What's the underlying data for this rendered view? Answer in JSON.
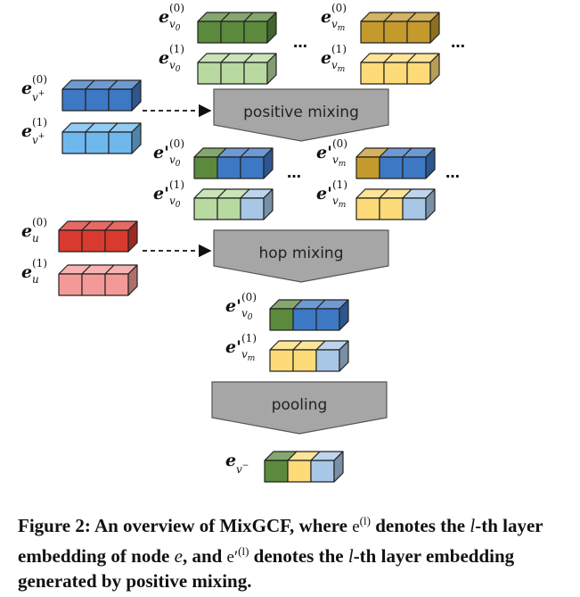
{
  "embeddings": {
    "ev0_0": {
      "base": "e",
      "sup": "(0)",
      "sub": "v0",
      "colors": [
        "#5b8a3c",
        "#5b8a3c",
        "#5b8a3c"
      ]
    },
    "ev0_1": {
      "base": "e",
      "sup": "(1)",
      "sub": "v0",
      "colors": [
        "#b8d9a0",
        "#b8d9a0",
        "#b8d9a0"
      ]
    },
    "evm_0": {
      "base": "e",
      "sup": "(0)",
      "sub": "vm",
      "colors": [
        "#c49a2c",
        "#c49a2c",
        "#c49a2c"
      ]
    },
    "evm_1": {
      "base": "e",
      "sup": "(1)",
      "sub": "vm",
      "colors": [
        "#fcdb78",
        "#fcdb78",
        "#fcdb78"
      ]
    },
    "evp_0": {
      "base": "e",
      "sup": "(0)",
      "sub": "v+",
      "colors": [
        "#3d78c4",
        "#3d78c4",
        "#3d78c4"
      ]
    },
    "evp_1": {
      "base": "e",
      "sup": "(1)",
      "sub": "v+",
      "colors": [
        "#6eb8ee",
        "#6eb8ee",
        "#6eb8ee"
      ]
    },
    "epv0_0": {
      "base": "e'",
      "sup": "(0)",
      "sub": "v0",
      "colors": [
        "#5b8a3c",
        "#3d78c4",
        "#3d78c4"
      ]
    },
    "epv0_1": {
      "base": "e'",
      "sup": "(1)",
      "sub": "v0",
      "colors": [
        "#b8d9a0",
        "#b8d9a0",
        "#a8c6e6"
      ]
    },
    "epvm_0": {
      "base": "e'",
      "sup": "(0)",
      "sub": "vm",
      "colors": [
        "#c49a2c",
        "#3d78c4",
        "#3d78c4"
      ]
    },
    "epvm_1": {
      "base": "e'",
      "sup": "(1)",
      "sub": "vm",
      "colors": [
        "#fcdb78",
        "#fcdb78",
        "#a8c6e6"
      ]
    },
    "eu_0": {
      "base": "e",
      "sup": "(0)",
      "sub": "u",
      "colors": [
        "#d93a2f",
        "#d93a2f",
        "#d93a2f"
      ]
    },
    "eu_1": {
      "base": "e",
      "sup": "(1)",
      "sub": "u",
      "colors": [
        "#f39a98",
        "#f39a98",
        "#f39a98"
      ]
    },
    "hop_0": {
      "base": "e'",
      "sup": "(0)",
      "sub": "v0",
      "colors": [
        "#5b8a3c",
        "#3d78c4",
        "#3d78c4"
      ]
    },
    "hop_1": {
      "base": "e'",
      "sup": "(1)",
      "sub": "vm",
      "colors": [
        "#fcdb78",
        "#fcdb78",
        "#a8c6e6"
      ]
    },
    "final": {
      "base": "e",
      "sup": "",
      "sub": "v−",
      "colors": [
        "#5b8a3c",
        "#fcdb78",
        "#a8c6e6"
      ]
    }
  },
  "stages": {
    "positive_mixing": "positive mixing",
    "hop_mixing": "hop mixing",
    "pooling": "pooling"
  },
  "ellipsis": "…",
  "caption": {
    "part1": "Figure 2: An overview of MixGCF, where ",
    "sym1": "e",
    "sym1_sup": "(l)",
    "part2": " denotes the ",
    "l1": "l",
    "part3": "-th layer embedding of node ",
    "e": "e",
    "part4": ", and ",
    "sym2": "e′",
    "sym2_sup": "(l)",
    "part5": " denotes the ",
    "l2": "l",
    "part6": "-th layer embedding generated by positive mixing."
  },
  "colors": {
    "funnel": "#a6a6a6",
    "funnel_stroke": "#555555",
    "arrow": "#111111"
  }
}
